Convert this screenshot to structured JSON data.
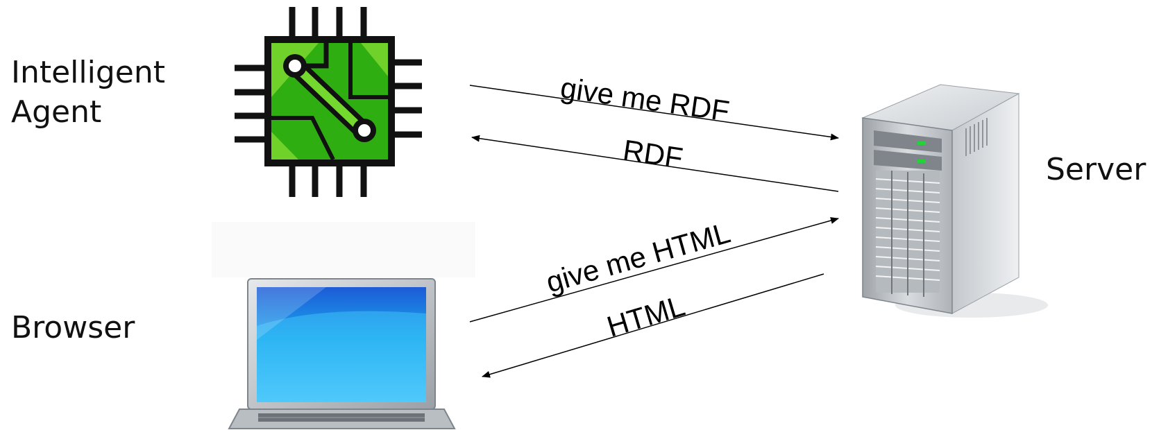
{
  "labels": {
    "agent_line1": "Intelligent",
    "agent_line2": "Agent",
    "browser": "Browser",
    "server": "Server"
  },
  "arrows": {
    "request_rdf": "give me RDF",
    "response_rdf": "RDF",
    "request_html": "give me HTML",
    "response_html": "HTML"
  },
  "icons": {
    "agent": "chip-icon",
    "browser": "laptop-icon",
    "server": "server-tower-icon"
  },
  "colors": {
    "chip_green": "#5cc21c",
    "chip_dark_green": "#2ea80e",
    "laptop_screen": "#1aa3e8",
    "server_silver": "#c8ccd0"
  }
}
